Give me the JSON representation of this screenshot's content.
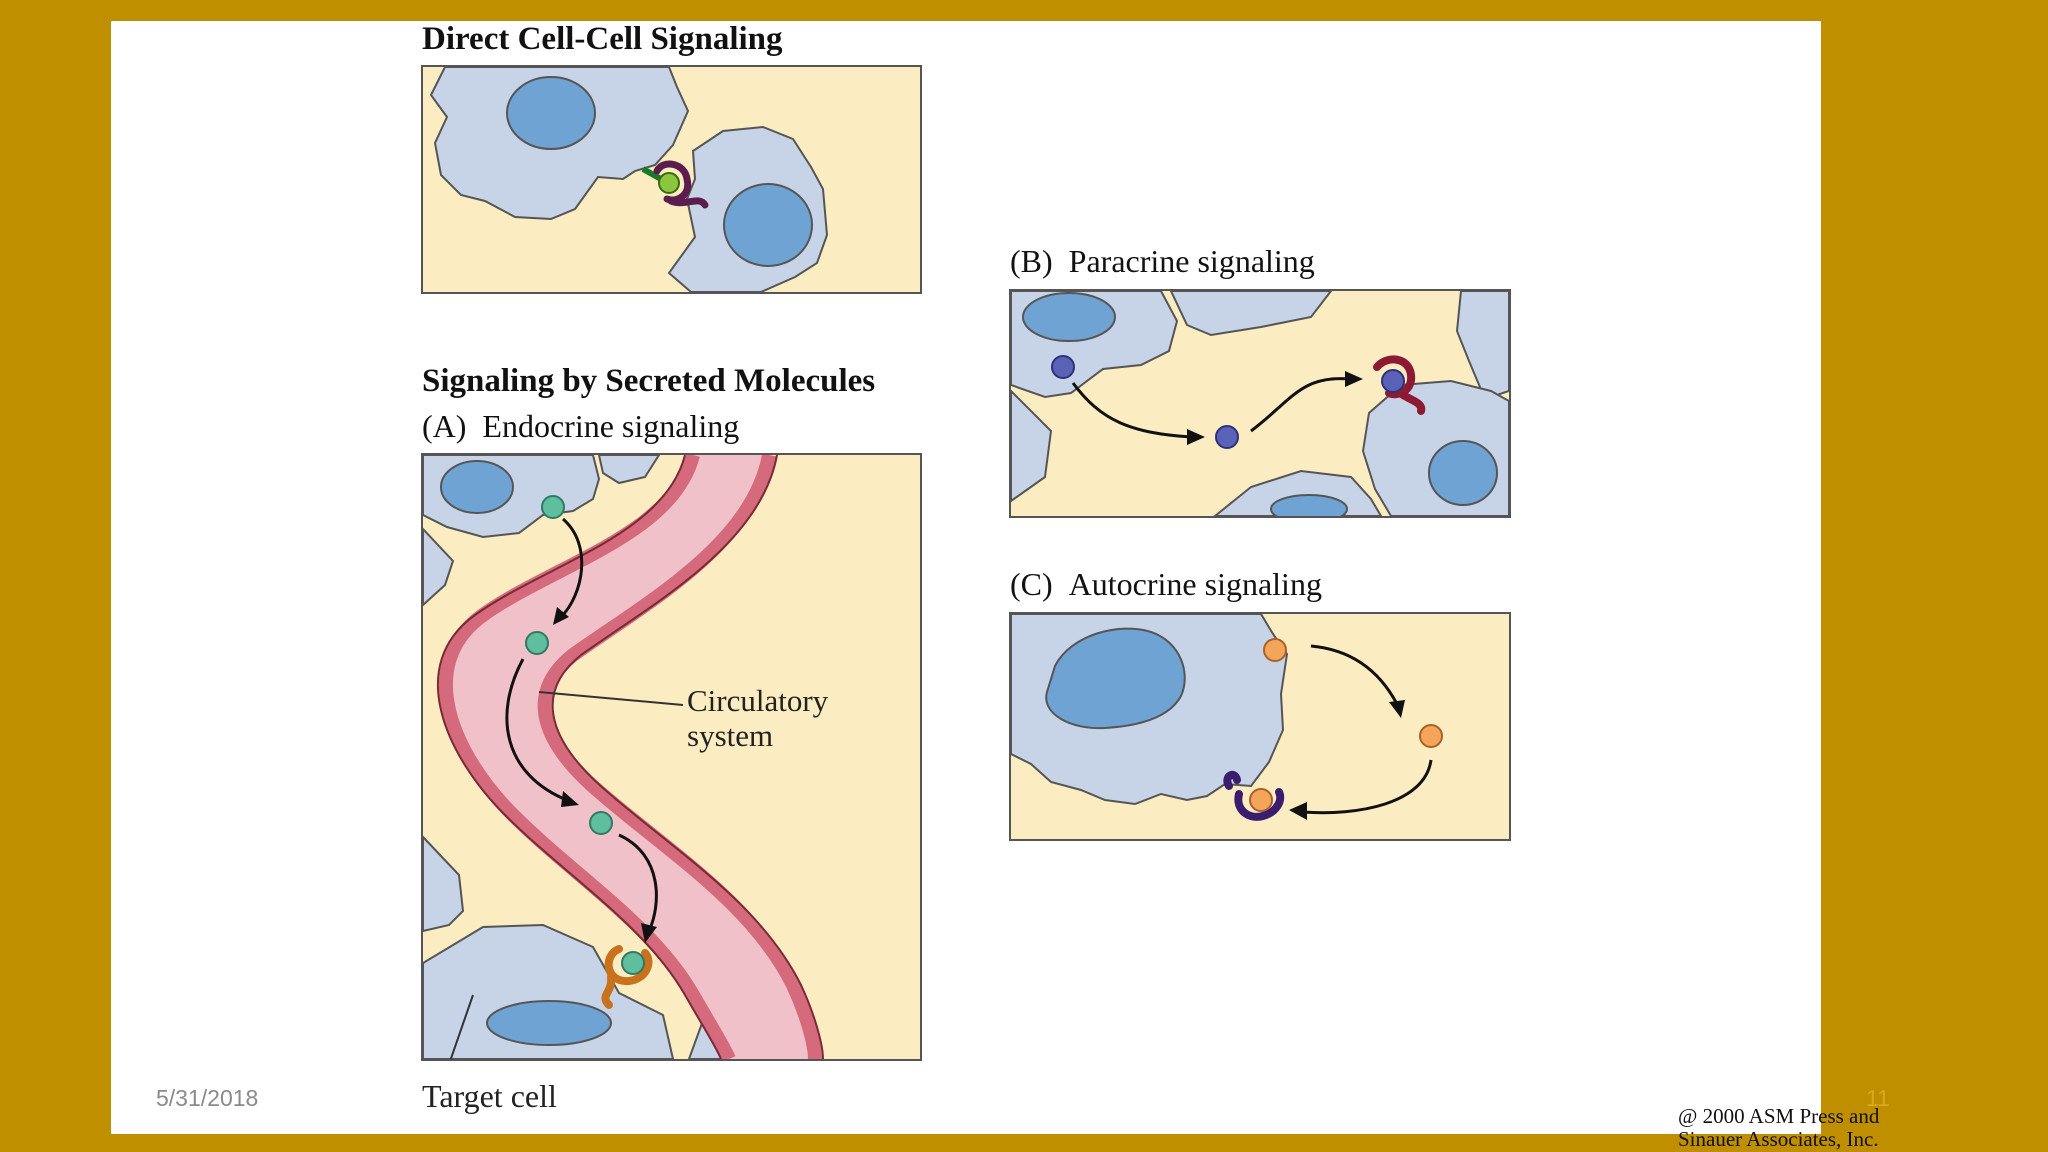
{
  "slide": {
    "date": "5/31/2018",
    "page_number": "11"
  },
  "diagram": {
    "direct_title": "Direct Cell-Cell Signaling",
    "secreted_title": "Signaling by Secreted Molecules",
    "endocrine": {
      "letter": "(A)",
      "label": "Endocrine signaling"
    },
    "paracrine": {
      "letter": "(B)",
      "label": "Paracrine signaling"
    },
    "autocrine": {
      "letter": "(C)",
      "label": "Autocrine signaling"
    },
    "circulatory_label_line1": "Circulatory",
    "circulatory_label_line2": "system",
    "target_cell_label": "Target cell",
    "copyright_line1": "@ 2000 ASM Press and",
    "copyright_line2": "Sinauer Associates, Inc."
  },
  "colors": {
    "background_frame": "#bf8f00",
    "panel_fill": "#fbedc1",
    "cell_fill": "#c7d3e6",
    "nucleus_fill": "#6fa3d4",
    "vessel_fill": "#f0c1c9",
    "vessel_wall": "#d46a7c",
    "endocrine_signal": "#5fbe9e",
    "paracrine_signal": "#5a62b8",
    "autocrine_signal": "#f3a65a",
    "receptor_direct": "#5b1c4e",
    "receptor_paracrine": "#8c1a33",
    "receptor_autocrine": "#3a1d6e",
    "receptor_endocrine": "#c8721e"
  }
}
